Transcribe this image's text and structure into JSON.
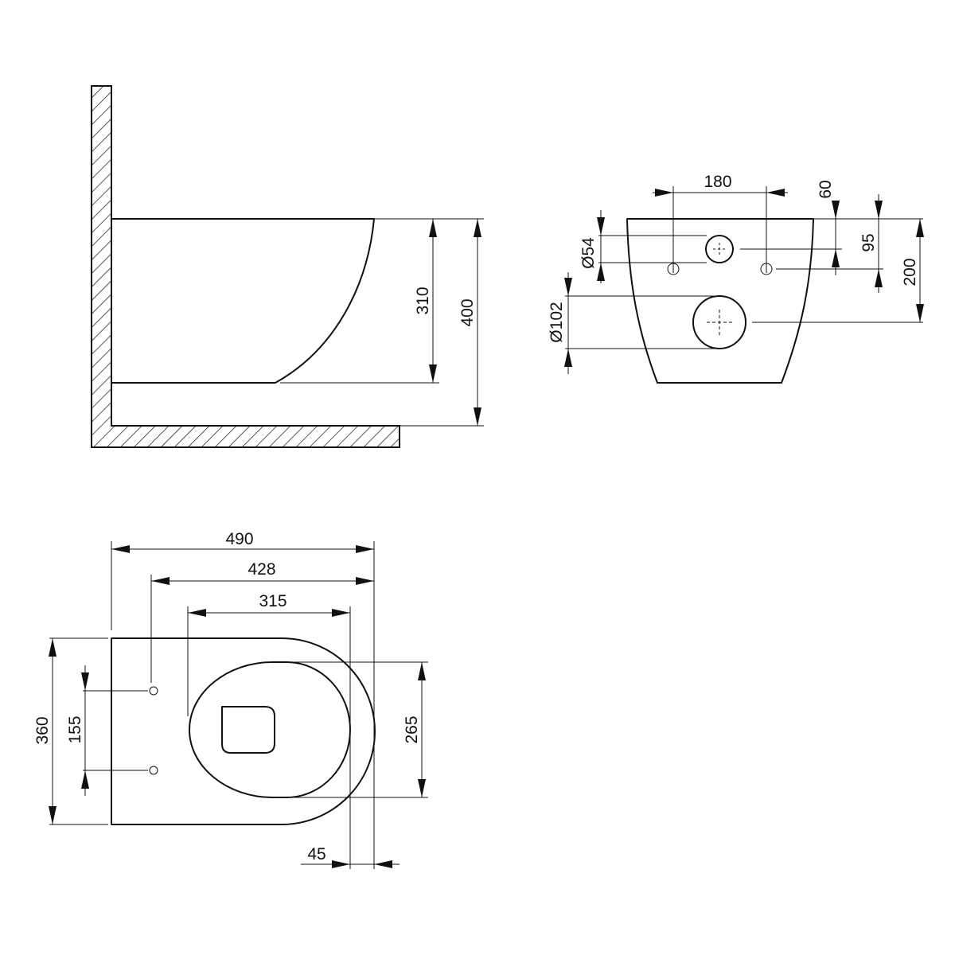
{
  "side_view": {
    "bowl_height": "310",
    "total_height": "400"
  },
  "rear_view": {
    "bolt_spacing": "180",
    "upper_offset": "60",
    "bolt_offset": "95",
    "outlet_offset": "200",
    "inlet_diameter": "Ø54",
    "outlet_diameter": "Ø102"
  },
  "top_view": {
    "total_length": "490",
    "bolt_to_front": "428",
    "opening_length": "315",
    "width": "360",
    "bolt_spacing": "155",
    "opening_width": "265",
    "front_offset": "45"
  },
  "colors": {
    "line": "#111111",
    "background": "#ffffff"
  }
}
